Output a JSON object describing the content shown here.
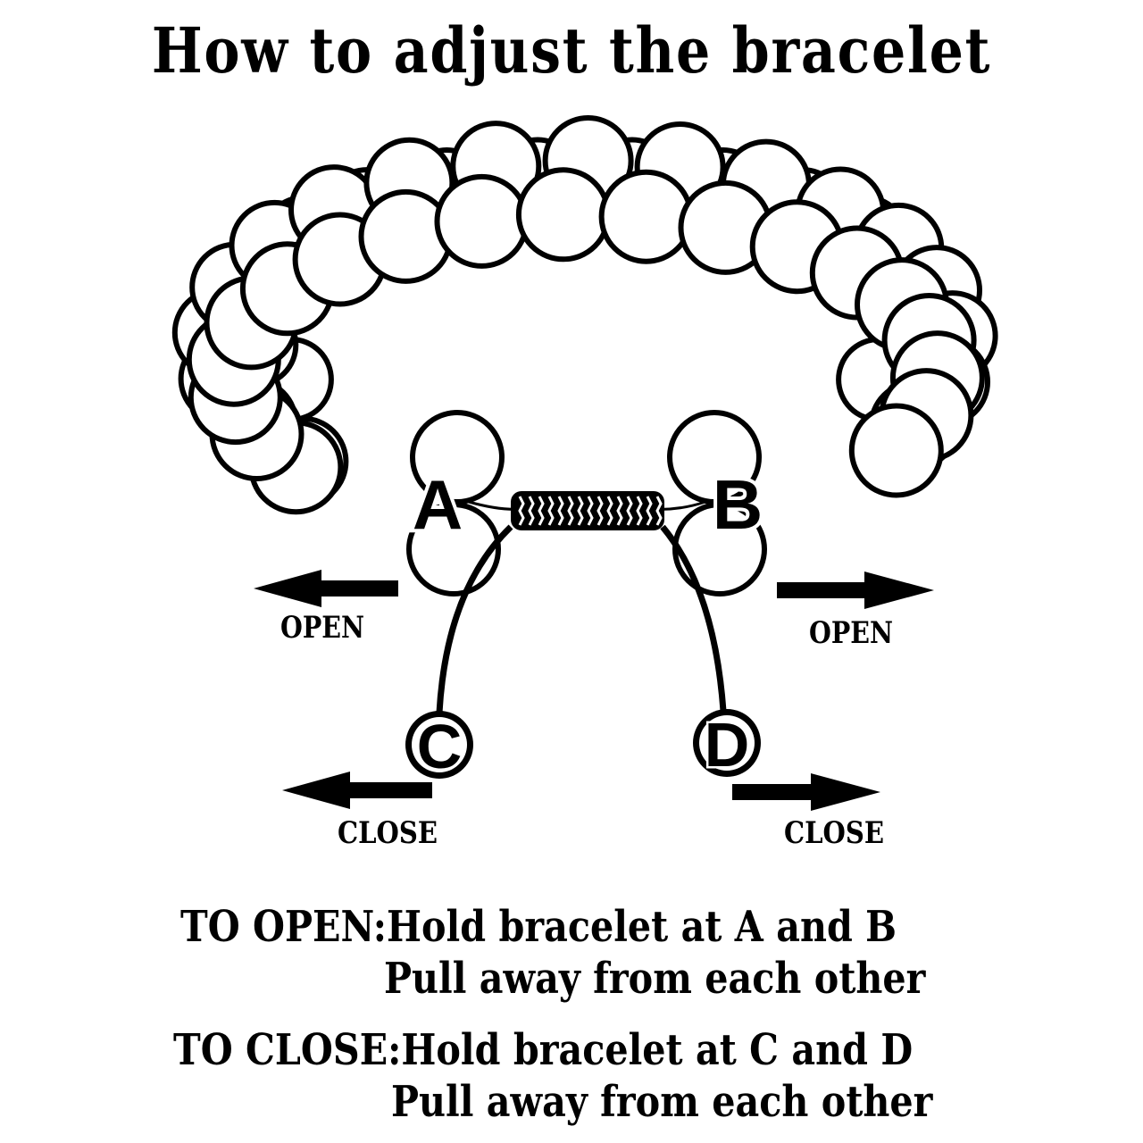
{
  "title": "How to adjust the bracelet",
  "points": {
    "a": "A",
    "b": "B",
    "c": "C",
    "d": "D"
  },
  "arrows": {
    "open_left": "OPEN",
    "open_right": "OPEN",
    "close_left": "CLOSE",
    "close_right": "CLOSE"
  },
  "instructions": {
    "open_line1": "TO OPEN:Hold bracelet at A and B",
    "open_line2": "Pull away from each other",
    "close_line1": "TO CLOSE:Hold bracelet at C and D",
    "close_line2": "Pull away from each other"
  },
  "colors": {
    "ink": "#000000",
    "paper": "#ffffff"
  }
}
